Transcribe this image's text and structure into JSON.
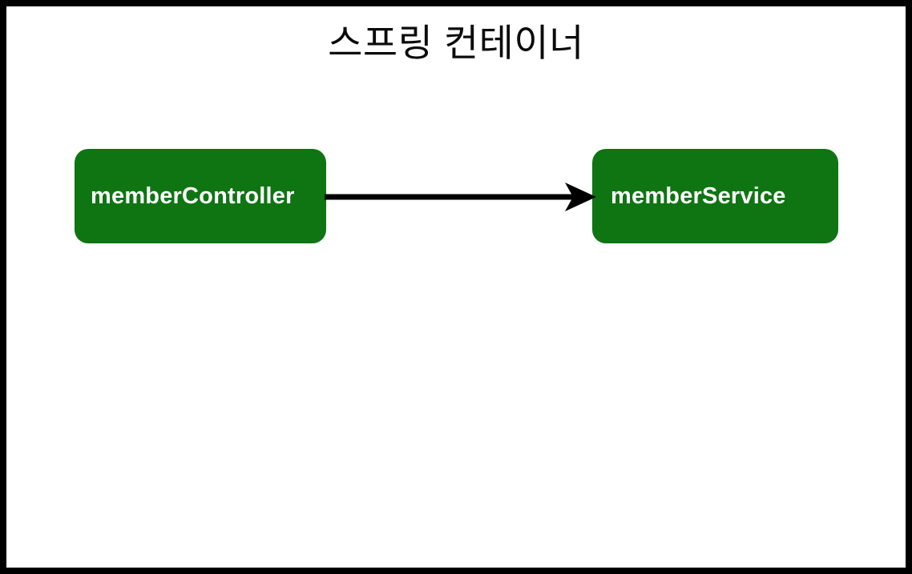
{
  "slide": {
    "title": "스프링 컨테이너",
    "background_color": "#ffffff",
    "border_color": "#000000"
  },
  "diagram": {
    "type": "node-link",
    "node_fill_color": "#0e7512",
    "node_text_color": "#ffffff",
    "edge_color": "#000000",
    "nodes": [
      {
        "id": "memberController",
        "label": "memberController"
      },
      {
        "id": "memberService",
        "label": "memberService"
      }
    ],
    "edges": [
      {
        "from": "memberController",
        "to": "memberService",
        "label": "",
        "arrow": "single",
        "style": "solid"
      }
    ]
  }
}
